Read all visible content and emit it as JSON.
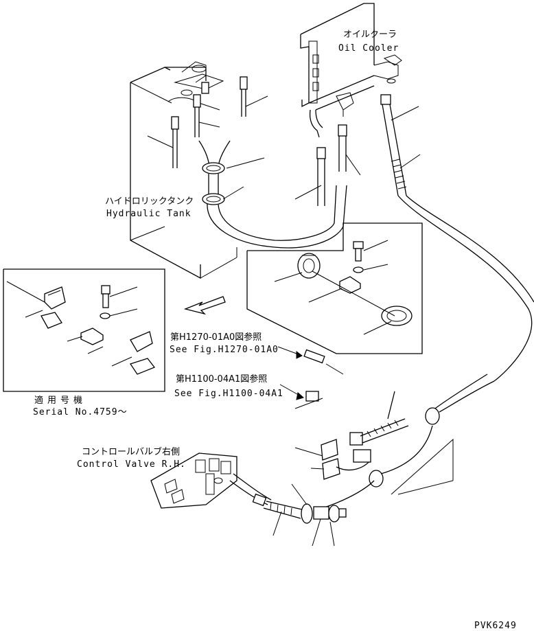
{
  "labels": {
    "oil_cooler_jp": "オイルクーラ",
    "oil_cooler_en": "Oil Cooler",
    "hydraulic_tank_jp": "ハイドロリックタンク",
    "hydraulic_tank_en": "Hydraulic Tank",
    "ref1_jp": "第H1270-01A0図参照",
    "ref1_en": "See Fig.H1270-01A0",
    "ref2_jp": "第H1100-04A1図参照",
    "ref2_en": "See Fig.H1100-04A1",
    "serial_jp": "適用号機",
    "serial_en": "Serial No.4759～",
    "control_valve_jp": "コントロールバルブ右側",
    "control_valve_en": "Control Valve R.H.",
    "drawing_id": "PVK6249"
  }
}
